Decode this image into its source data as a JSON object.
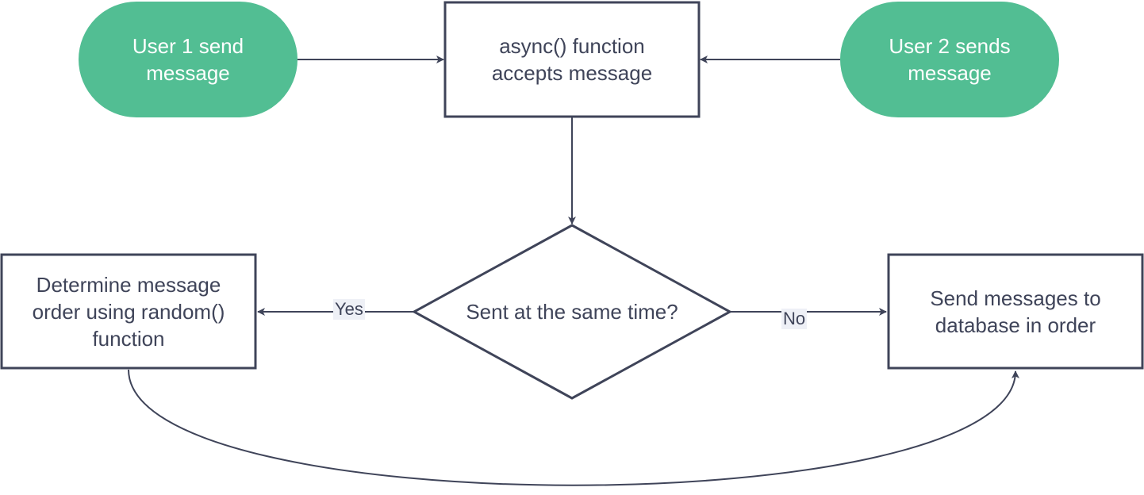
{
  "nodes": {
    "user1": {
      "text": "User 1 send message",
      "line1": "User 1 send",
      "line2": "message"
    },
    "async": {
      "line1": "async() function",
      "line2": "accepts message"
    },
    "user2": {
      "line1": "User 2 sends",
      "line2": "message"
    },
    "decision": {
      "text": "Sent at the same time?"
    },
    "random": {
      "line1": "Determine message",
      "line2": "order using random()",
      "line3": "function"
    },
    "database": {
      "line1": "Send messages to",
      "line2": "database in order"
    }
  },
  "edges": {
    "yes_label": "Yes",
    "no_label": "No"
  },
  "colors": {
    "start_fill": "#52be93",
    "stroke": "#3f4459",
    "text": "#3f4459",
    "background": "#ffffff"
  }
}
